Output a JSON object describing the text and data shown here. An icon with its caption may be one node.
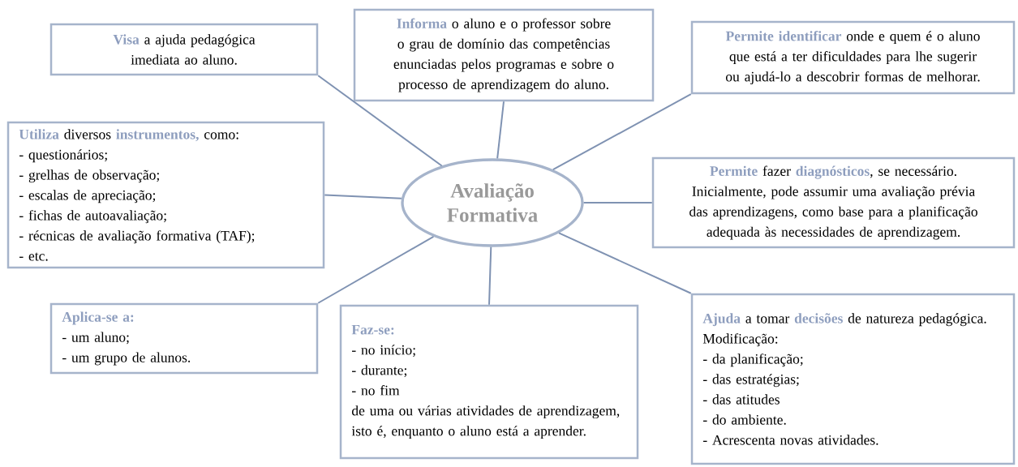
{
  "diagram": {
    "nodes": [
      {
        "text": [
          "**Visa** a ajuda pedagógica imediata ao aluno."
        ]
      },
      {
        "text": [
          "**Informa** o aluno e o professor sobre o grau de domínio das competências enunciadas pelos programas e sobre o processo de aprendizagem do aluno."
        ]
      },
      {
        "text": [
          "**Permite identificar** onde e quem é o aluno que está a ter dificuldades para lhe sugerir ou ajudá-lo a descobrir formas de melhorar."
        ]
      },
      {
        "text": [
          "**Utiliza** diversos **instrumentos,** como:",
          "- questionários;",
          "- grelhas de observação;",
          "- escalas de apreciação;",
          "- fichas de autoavaliação;",
          "- récnicas de avaliação formativa (TAF);",
          "- etc."
        ]
      },
      {
        "text": [
          "Avaliação Formativa"
        ]
      },
      {
        "text": [
          "**Permite** fazer **diagnósticos**, se necessário. Inicialmente, pode assumir uma avaliação prévia das aprendizagens, como base para a planificação adequada às necessidades de aprendizagem."
        ]
      },
      {
        "text": [
          "Aplica-se a:",
          "- um aluno;",
          "- um grupo de alunos."
        ]
      },
      {
        "text": [
          "Faz-se:",
          "- no início;",
          "- durante;",
          "- no fim",
          "de uma ou várias atividades de aprendizagem, isto é, enquanto o aluno está a aprender."
        ]
      },
      {
        "text": [
          "**Ajuda** a tomar **decisões** de natureza pedagógica.",
          "Modificação:",
          "- da planificação;",
          "- das estratégias;",
          "- das atitudes",
          "- do ambiente.",
          "- Acrescenta novas atividades."
        ]
      }
    ],
    "edges": [
      {
        "from": 4,
        "to": 0,
        "arrow": "none"
      },
      {
        "from": 4,
        "to": 1,
        "arrow": "none"
      },
      {
        "from": 4,
        "to": 2,
        "arrow": "none"
      },
      {
        "from": 4,
        "to": 3,
        "arrow": "none"
      },
      {
        "from": 4,
        "to": 5,
        "arrow": "none"
      },
      {
        "from": 4,
        "to": 6,
        "arrow": "none"
      },
      {
        "from": 4,
        "to": 7,
        "arrow": "none"
      },
      {
        "from": 4,
        "to": 8,
        "arrow": "none"
      }
    ]
  }
}
